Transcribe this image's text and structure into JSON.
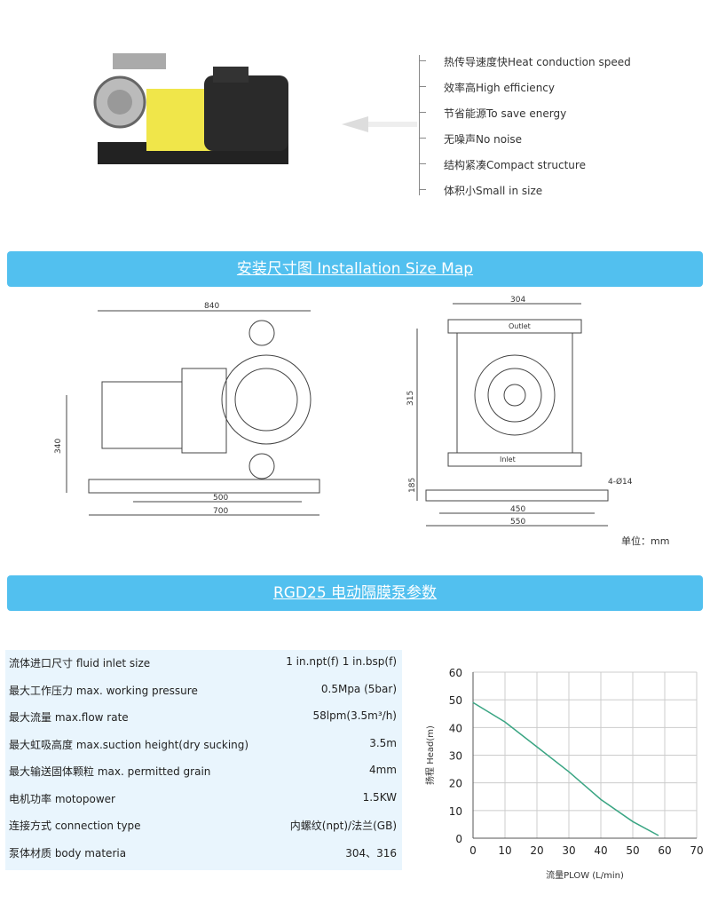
{
  "features": [
    "热传导速度快Heat conduction speed",
    "效率高High efficiency",
    "节省能源To save energy",
    "无噪声No noise",
    "结构紧凑Compact structure",
    "体积小Small in size"
  ],
  "banner1": "安装尺寸图 Installation Size Map",
  "banner2": "RGD25 电动隔膜泵参数",
  "drawing": {
    "d840": "840",
    "d340": "340",
    "d500": "500",
    "d700": "700",
    "d304": "304",
    "d315": "315",
    "d185": "185",
    "d450": "450",
    "d550": "550",
    "holes": "4-Ø14",
    "outlet": "Outlet",
    "inlet": "Inlet",
    "unit": "单位：mm"
  },
  "specs": [
    {
      "k": "流体进口尺寸 fluid inlet size",
      "v": "1 in.npt(f) 1 in.bsp(f)"
    },
    {
      "k": "最大工作压力 max. working pressure",
      "v": "0.5Mpa (5bar)"
    },
    {
      "k": "最大流量 max.flow rate",
      "v": "58lpm(3.5m³/h)"
    },
    {
      "k": "最大虹吸高度 max.suction height(dry sucking)",
      "v": "3.5m"
    },
    {
      "k": "最大输送固体颗粒 max. permitted grain",
      "v": "4mm"
    },
    {
      "k": "电机功率 motopower",
      "v": "1.5KW"
    },
    {
      "k": "连接方式 connection type",
      "v": "内螺纹(npt)/法兰(GB)"
    },
    {
      "k": "泵体材质 body materia",
      "v": "304、316"
    }
  ],
  "chart_data": {
    "type": "line",
    "xlabel": "流量PLOW (L/min)",
    "ylabel": "扬程 Head(m)",
    "xlim": [
      0,
      70
    ],
    "ylim": [
      0,
      60
    ],
    "xticks": [
      0,
      10,
      20,
      30,
      40,
      50,
      60,
      70
    ],
    "yticks": [
      0,
      10,
      20,
      30,
      40,
      50,
      60
    ],
    "grid": true,
    "series": [
      {
        "name": "Head",
        "color": "#3aa583",
        "x": [
          0,
          10,
          20,
          30,
          40,
          50,
          58
        ],
        "y": [
          49,
          42,
          33,
          24,
          14,
          6,
          1
        ]
      }
    ]
  }
}
